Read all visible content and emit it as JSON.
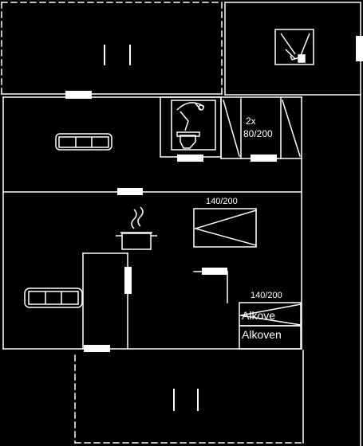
{
  "labels": {
    "wardrobes_count": "2x",
    "wardrobes_size": "80/200",
    "bed_size_upper": "140/200",
    "bed_size_lower": "140/200",
    "alcove_top": "Alkove",
    "alcove_bottom": "Alkoven"
  },
  "colors": {
    "background": "#000000",
    "line": "#ffffff"
  },
  "icons": {
    "sink": "sink-icon",
    "toilet": "toilet-icon",
    "sofa": "sofa-icon",
    "pot": "cooking-pot-icon",
    "bed": "bed-icon"
  }
}
